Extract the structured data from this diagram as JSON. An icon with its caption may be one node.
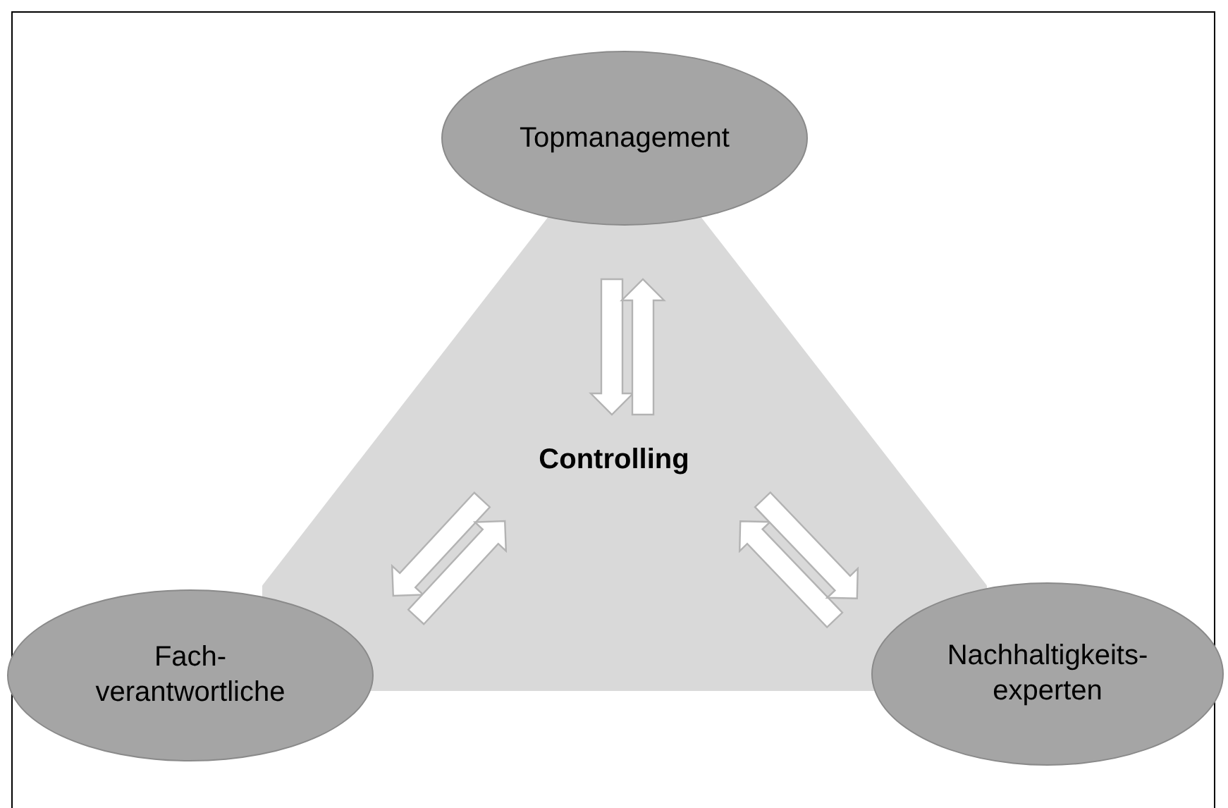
{
  "diagram": {
    "nodes": [
      {
        "text": [
          "Topmanagement"
        ]
      },
      {
        "text": [
          "Controlling"
        ]
      },
      {
        "text": [
          "Fach- verantwortliche"
        ]
      },
      {
        "text": [
          "Nachhaltigkeits- experten"
        ]
      }
    ],
    "edges": [
      {
        "from": 0,
        "to": 1,
        "arrow": "to"
      },
      {
        "from": 1,
        "to": 0,
        "arrow": "to"
      },
      {
        "from": 1,
        "to": 2,
        "arrow": "to"
      },
      {
        "from": 2,
        "to": 1,
        "arrow": "to"
      },
      {
        "from": 3,
        "to": 1,
        "arrow": "to"
      },
      {
        "from": 1,
        "to": 3,
        "arrow": "to"
      }
    ]
  }
}
